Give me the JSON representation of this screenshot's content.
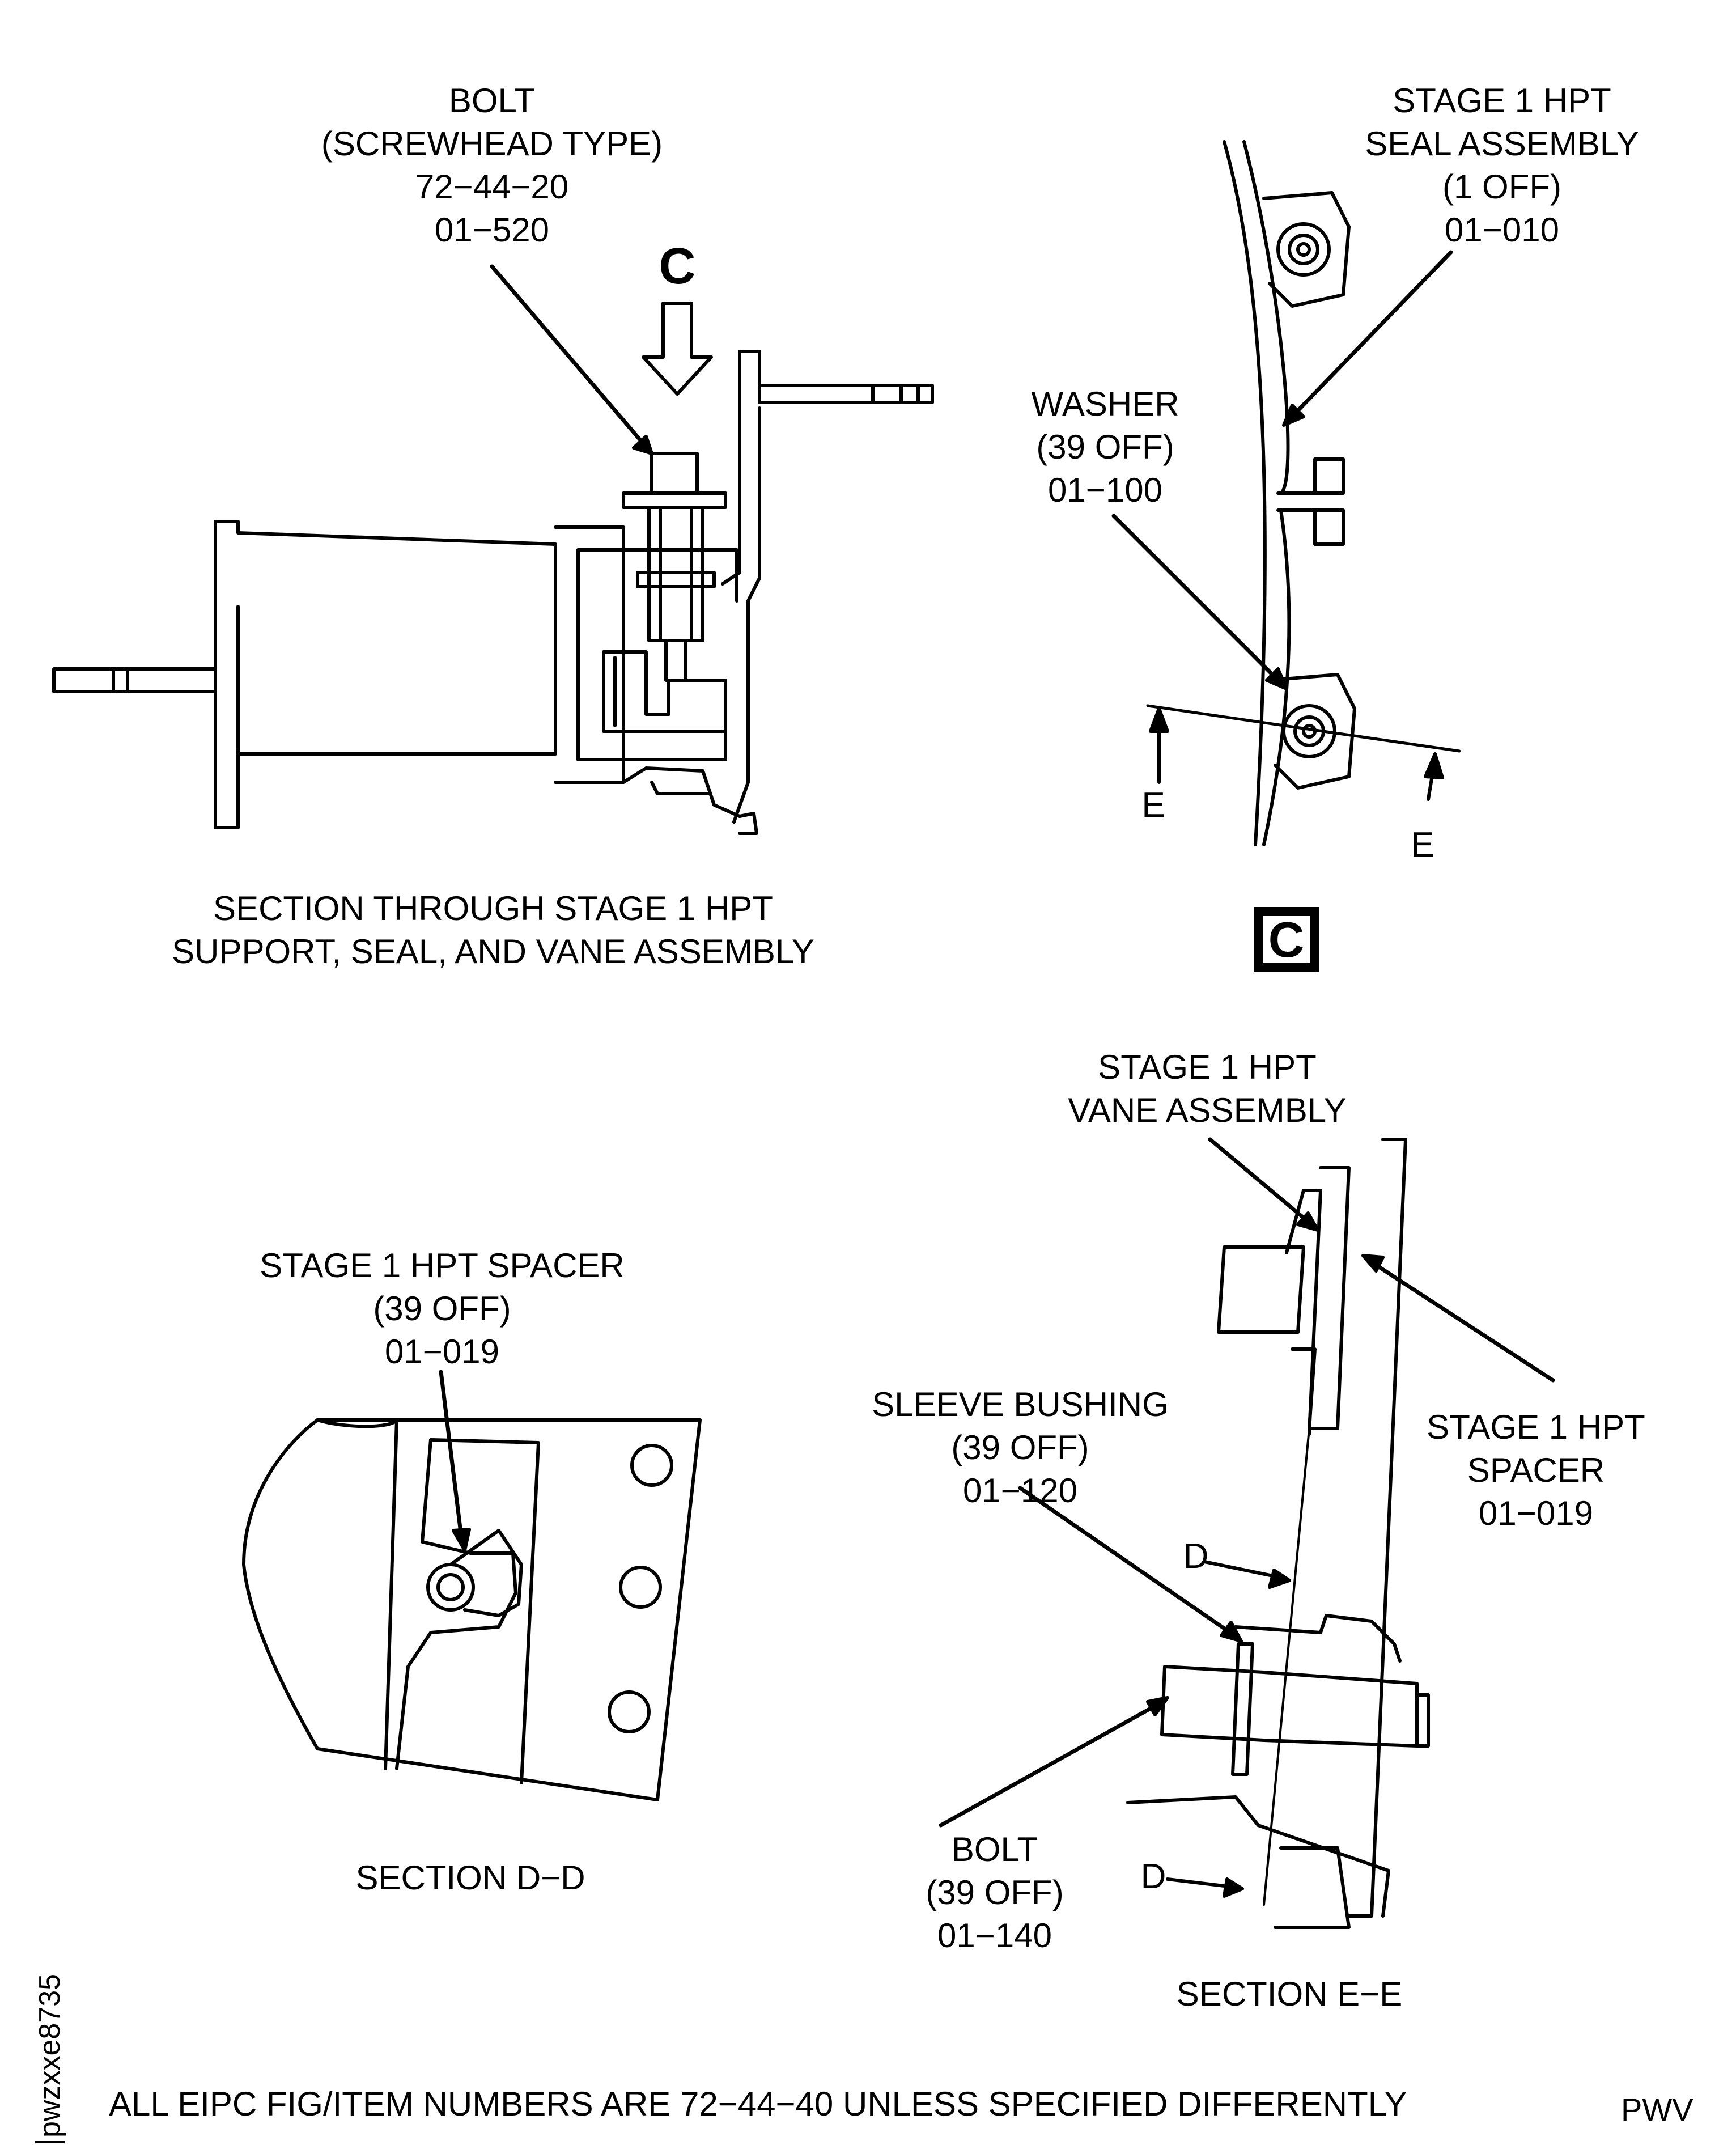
{
  "figure": {
    "callouts": {
      "bolt_screwhead": [
        "BOLT",
        "(SCREWHEAD TYPE)",
        "72−44−20",
        "01−520"
      ],
      "seal_assembly": [
        "STAGE 1 HPT",
        "SEAL ASSEMBLY",
        "(1 OFF)",
        "01−010"
      ],
      "washer": [
        "WASHER",
        "(39 OFF)",
        "01−100"
      ],
      "vane_assembly": [
        "STAGE 1 HPT",
        "VANE ASSEMBLY"
      ],
      "spacer_dd": [
        "STAGE 1 HPT SPACER",
        "(39 OFF)",
        "01−019"
      ],
      "sleeve_bushing": [
        "SLEEVE BUSHING",
        "(39 OFF)",
        "01−120"
      ],
      "spacer_ee": [
        "STAGE 1 HPT",
        "SPACER",
        "01−019"
      ],
      "bolt_ee": [
        "BOLT",
        "(39 OFF)",
        "01−140"
      ]
    },
    "section_titles": {
      "main": [
        "SECTION THROUGH STAGE 1 HPT",
        "SUPPORT, SEAL, AND VANE ASSEMBLY"
      ],
      "dd": "SECTION D−D",
      "ee": "SECTION E−E"
    },
    "view_markers": {
      "view_arrow_letter": "C",
      "detail_box_letter": "C",
      "section_e_left": "E",
      "section_e_right": "E",
      "section_d_top": "D",
      "section_d_bottom": "D"
    },
    "footer_note": "ALL EIPC FIG/ITEM NUMBERS ARE 72−44−40 UNLESS SPECIFIED DIFFERENTLY",
    "corner_code": "PWV",
    "figure_id": "pwzxxe8735"
  }
}
